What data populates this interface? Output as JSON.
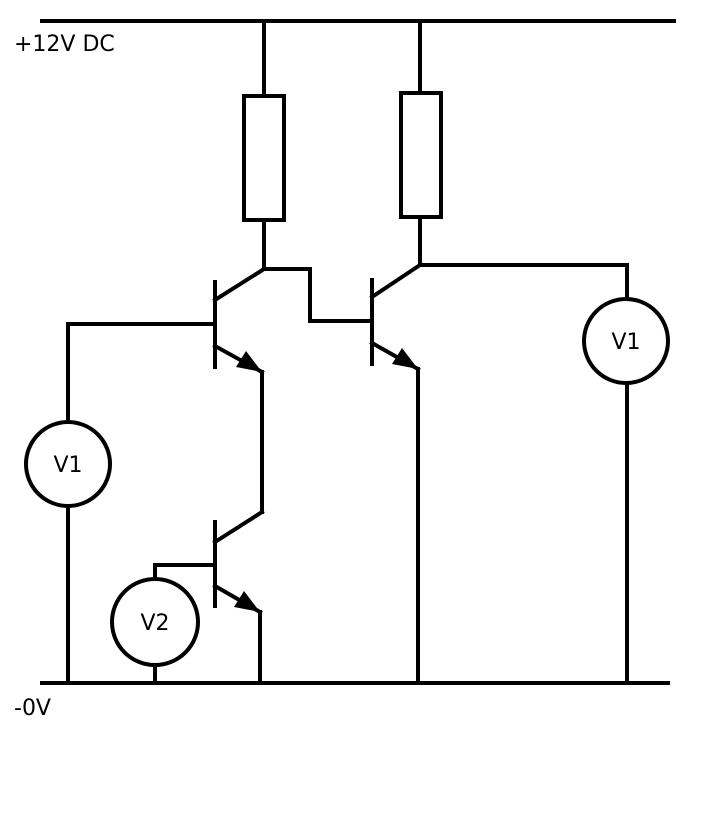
{
  "rails": {
    "top_label": "+12V DC",
    "bottom_label": "-0V"
  },
  "meters": {
    "left": "V1",
    "right": "V1",
    "bottom": "V2"
  },
  "colors": {
    "wire": "#000000",
    "background": "#ffffff"
  }
}
